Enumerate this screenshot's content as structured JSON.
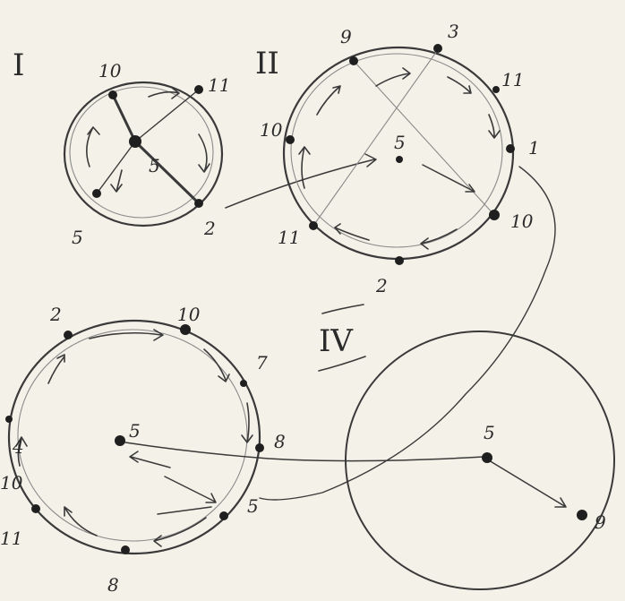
{
  "palette": {
    "paper": "#f4f1e8",
    "pencil": "#3a3a3a",
    "node": "#1f1f1f"
  },
  "panels": [
    {
      "id": "I",
      "title": "I",
      "center_label": "5",
      "labels": [
        "10",
        "11",
        "5",
        "2"
      ]
    },
    {
      "id": "II",
      "title": "II",
      "center_label": "5",
      "labels": [
        "9",
        "3",
        "11",
        "1",
        "10",
        "10",
        "2",
        "11"
      ]
    },
    {
      "id": "III",
      "title": "",
      "center_label": "5",
      "labels": [
        "2",
        "10",
        "7",
        "8",
        "5",
        "8",
        "11",
        "4",
        "10"
      ]
    },
    {
      "id": "IV",
      "title": "IV",
      "center_label": "5",
      "labels": [
        "9"
      ]
    }
  ]
}
